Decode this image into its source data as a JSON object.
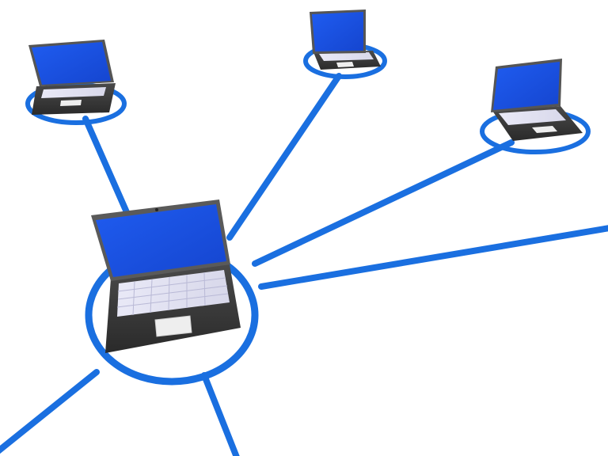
{
  "scene": {
    "subject": "laptop-network-illustration",
    "background_color": "#ffffff",
    "link_color": "#1a6fe0",
    "screen_color": "#1a52e6",
    "body_color": "#3a3a3a",
    "keyboard_color": "#e6e6f2",
    "node_count": 5,
    "hub_node": "laptop-hub",
    "leaf_nodes": [
      "laptop-top-left",
      "laptop-top-center",
      "laptop-top-right",
      "laptop-offscreen-right"
    ]
  }
}
